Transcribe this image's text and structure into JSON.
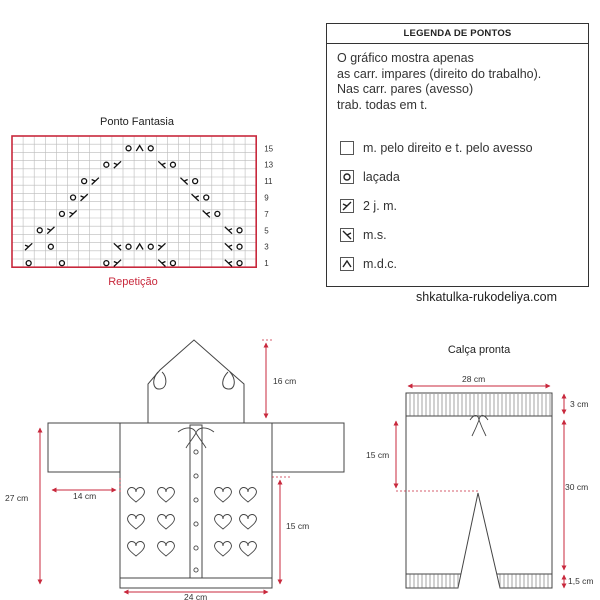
{
  "legend": {
    "title": "LEGENDA DE PONTOS",
    "description": [
      "O gráfico mostra apenas",
      "as carr. impares (direito do trabalho).",
      "Nas carr. pares (avesso)",
      "trab. todas em t."
    ],
    "items": [
      {
        "symbol": "blank",
        "label": "m. pelo direito e t. pelo avesso"
      },
      {
        "symbol": "yo",
        "label": "laçada"
      },
      {
        "symbol": "k2tog",
        "label": "2 j. m."
      },
      {
        "symbol": "ssk",
        "label": "m.s."
      },
      {
        "symbol": "cdd",
        "label": "m.d.c."
      }
    ]
  },
  "chart": {
    "title": "Ponto Fantasia",
    "repeat_label": "Repetição",
    "row_numbers": [
      "15",
      "13",
      "11",
      "9",
      "7",
      "5",
      "3",
      "1"
    ],
    "cols": 22,
    "rows": 16,
    "accent_color": "#c8283c",
    "cells": [
      {
        "r": 15,
        "c": 11,
        "s": "yo"
      },
      {
        "r": 15,
        "c": 12,
        "s": "cdd"
      },
      {
        "r": 15,
        "c": 13,
        "s": "yo"
      },
      {
        "r": 13,
        "c": 9,
        "s": "yo"
      },
      {
        "r": 13,
        "c": 10,
        "s": "k2tog"
      },
      {
        "r": 13,
        "c": 14,
        "s": "ssk"
      },
      {
        "r": 13,
        "c": 15,
        "s": "yo"
      },
      {
        "r": 11,
        "c": 7,
        "s": "yo"
      },
      {
        "r": 11,
        "c": 8,
        "s": "k2tog"
      },
      {
        "r": 11,
        "c": 16,
        "s": "ssk"
      },
      {
        "r": 11,
        "c": 17,
        "s": "yo"
      },
      {
        "r": 9,
        "c": 6,
        "s": "yo"
      },
      {
        "r": 9,
        "c": 7,
        "s": "k2tog"
      },
      {
        "r": 9,
        "c": 17,
        "s": "ssk"
      },
      {
        "r": 9,
        "c": 18,
        "s": "yo"
      },
      {
        "r": 7,
        "c": 5,
        "s": "yo"
      },
      {
        "r": 7,
        "c": 6,
        "s": "k2tog"
      },
      {
        "r": 7,
        "c": 18,
        "s": "ssk"
      },
      {
        "r": 7,
        "c": 19,
        "s": "yo"
      },
      {
        "r": 5,
        "c": 3,
        "s": "yo"
      },
      {
        "r": 5,
        "c": 4,
        "s": "k2tog"
      },
      {
        "r": 5,
        "c": 20,
        "s": "ssk"
      },
      {
        "r": 5,
        "c": 21,
        "s": "yo"
      },
      {
        "r": 3,
        "c": 2,
        "s": "k2tog"
      },
      {
        "r": 3,
        "c": 4,
        "s": "yo"
      },
      {
        "r": 3,
        "c": 10,
        "s": "ssk"
      },
      {
        "r": 3,
        "c": 11,
        "s": "yo"
      },
      {
        "r": 3,
        "c": 12,
        "s": "cdd"
      },
      {
        "r": 3,
        "c": 13,
        "s": "yo"
      },
      {
        "r": 3,
        "c": 14,
        "s": "k2tog"
      },
      {
        "r": 3,
        "c": 20,
        "s": "ssk"
      },
      {
        "r": 3,
        "c": 21,
        "s": "yo"
      },
      {
        "r": 1,
        "c": 2,
        "s": "yo"
      },
      {
        "r": 1,
        "c": 5,
        "s": "yo"
      },
      {
        "r": 1,
        "c": 9,
        "s": "yo"
      },
      {
        "r": 1,
        "c": 10,
        "s": "k2tog"
      },
      {
        "r": 1,
        "c": 14,
        "s": "ssk"
      },
      {
        "r": 1,
        "c": 15,
        "s": "yo"
      },
      {
        "r": 1,
        "c": 20,
        "s": "ssk"
      },
      {
        "r": 1,
        "c": 21,
        "s": "yo"
      }
    ]
  },
  "jacket": {
    "dims": {
      "hood_height": "16 cm",
      "total_height": "27 cm",
      "sleeve_width": "14 cm",
      "body_height": "15 cm",
      "body_width": "24 cm"
    }
  },
  "pants": {
    "title": "Calça pronta",
    "dims": {
      "width": "28 cm",
      "waistband": "3 cm",
      "rise": "15 cm",
      "length": "30 cm",
      "cuff": "1,5 cm"
    }
  },
  "source": "shkatulka-rukodeliya.com",
  "colors": {
    "accent": "#c8283c",
    "line": "#333333"
  }
}
